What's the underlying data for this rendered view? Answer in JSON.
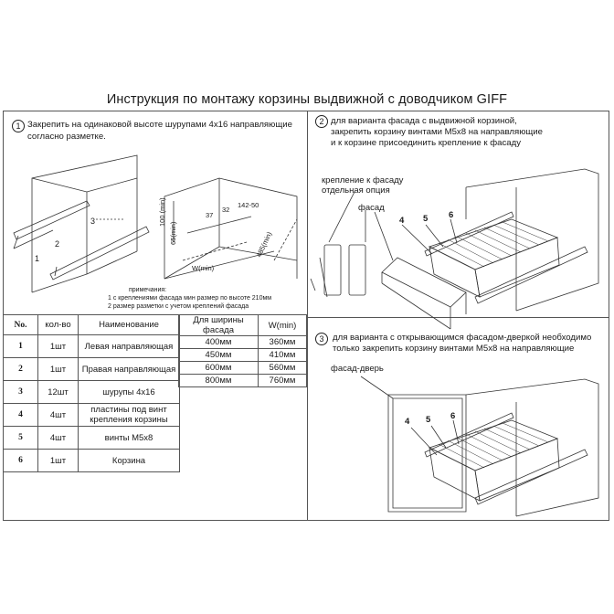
{
  "title": "Инструкция  по монтажу корзины выдвижной с доводчиком GIFF",
  "step1": {
    "num": "1",
    "text_l1": "Закрепить на одинаковой высоте шурупами 4х16 направляющие",
    "text_l2": "согласно разметке.",
    "callouts": [
      "1",
      "2",
      "3"
    ],
    "dim_w": "W(min)",
    "dim_h1": "100 (min)",
    "dim_h2": "65(min)",
    "dim_d": "485(min)",
    "dim_a": "37",
    "dim_b": "32",
    "dim_c": "142-50",
    "notes_title": "примечания:",
    "note1": "с креплениями фасада  мин размер  по высоте 210мм",
    "note2": "размер  разметки с учетом креплений фасада",
    "note1_num": "1",
    "note2_num": "2"
  },
  "parts_table": {
    "headers": [
      "No.",
      "кол-во",
      "Наименование"
    ],
    "rows": [
      [
        "1",
        "1шт",
        "Левая направляющая"
      ],
      [
        "2",
        "1шт",
        "Правая направляющая"
      ],
      [
        "3",
        "12шт",
        "шурупы 4х16"
      ],
      [
        "4",
        "4шт",
        "пластины под винт крепления корзины"
      ],
      [
        "5",
        "4шт",
        "винты М5х8"
      ],
      [
        "6",
        "1шт",
        "Корзина"
      ]
    ]
  },
  "width_table": {
    "headers": [
      "Для ширины фасада",
      "W(min)"
    ],
    "rows": [
      [
        "400мм",
        "360мм"
      ],
      [
        "450мм",
        "410мм"
      ],
      [
        "600мм",
        "560мм"
      ],
      [
        "800мм",
        "760мм"
      ]
    ]
  },
  "step2": {
    "num": "2",
    "text_l1": "для варианта фасада с выдвижной корзиной,",
    "text_l2": "закрепить корзину винтами М5х8 на направляющие",
    "text_l3": "и к корзине присоединить крепление к фасаду",
    "label_mount_l1": "крепление к фасаду",
    "label_mount_l2": "отдельная опция",
    "label_facade": "фасад",
    "callouts": [
      "4",
      "5",
      "6"
    ]
  },
  "step3": {
    "num": "3",
    "text_l1": "для варианта с открывающимся фасадом-дверкой необходимо",
    "text_l2": "только закрепить корзину винтами М5х8 на направляющие",
    "label_door": "фасад-дверь",
    "callouts": [
      "4",
      "5",
      "6"
    ]
  }
}
